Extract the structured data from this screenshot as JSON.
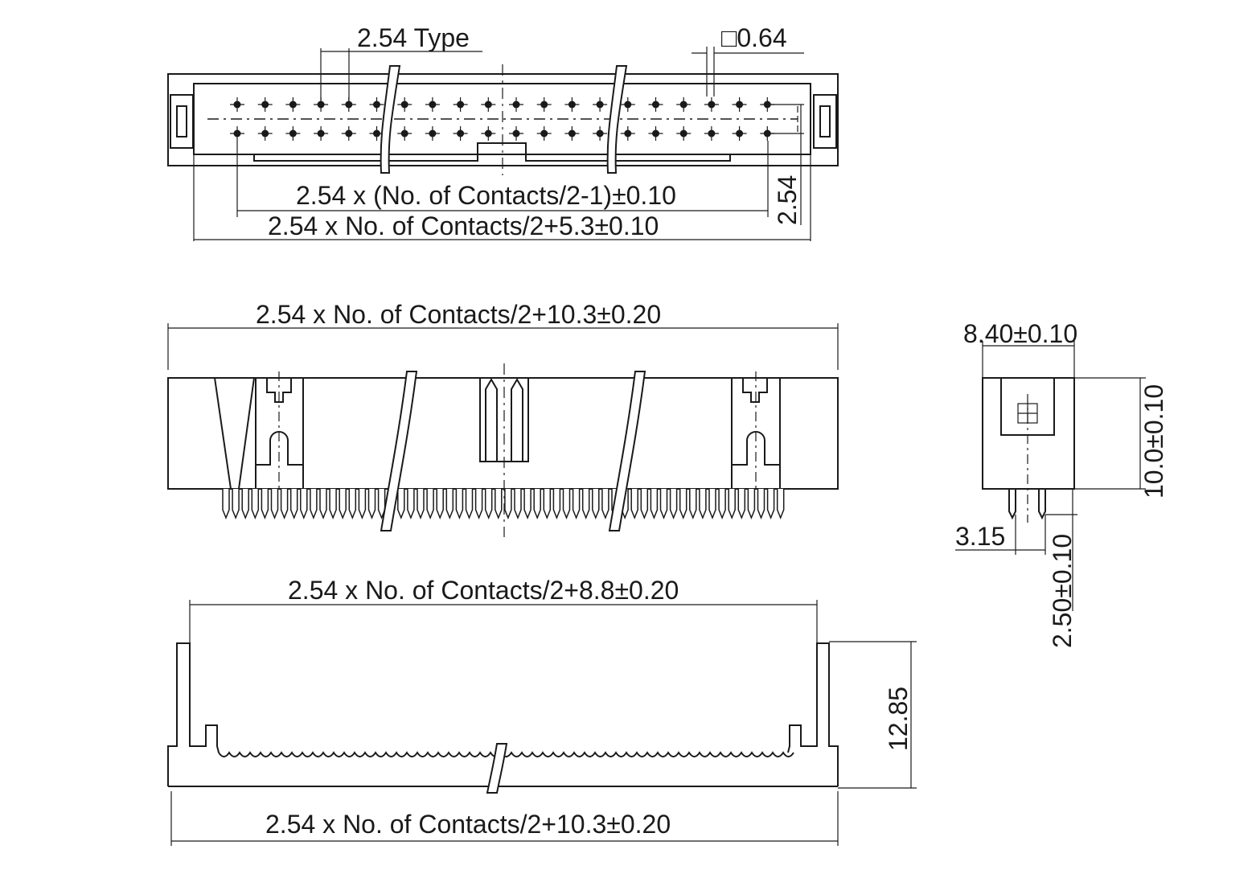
{
  "dimensions": {
    "top_view": {
      "pitch_type": "2.54 Type",
      "pin_square": "□0.64",
      "row_spacing": "2.54",
      "pin_span": "2.54 x (No. of Contacts/2-1)±0.10",
      "inner_length": "2.54 x No. of Contacts/2+5.3±0.10"
    },
    "front_view": {
      "overall_length": "2.54 x No. of Contacts/2+10.3±0.20"
    },
    "side_view": {
      "width": "8.40±0.10",
      "height": "10.0±0.10",
      "pin_offset": "3.15",
      "pin_length": "2.50±0.10"
    },
    "bottom_view": {
      "inner_length": "2.54 x No. of Contacts/2+8.8±0.20",
      "height": "12.85",
      "overall_length": "2.54 x No. of Contacts/2+10.3±0.20"
    }
  }
}
